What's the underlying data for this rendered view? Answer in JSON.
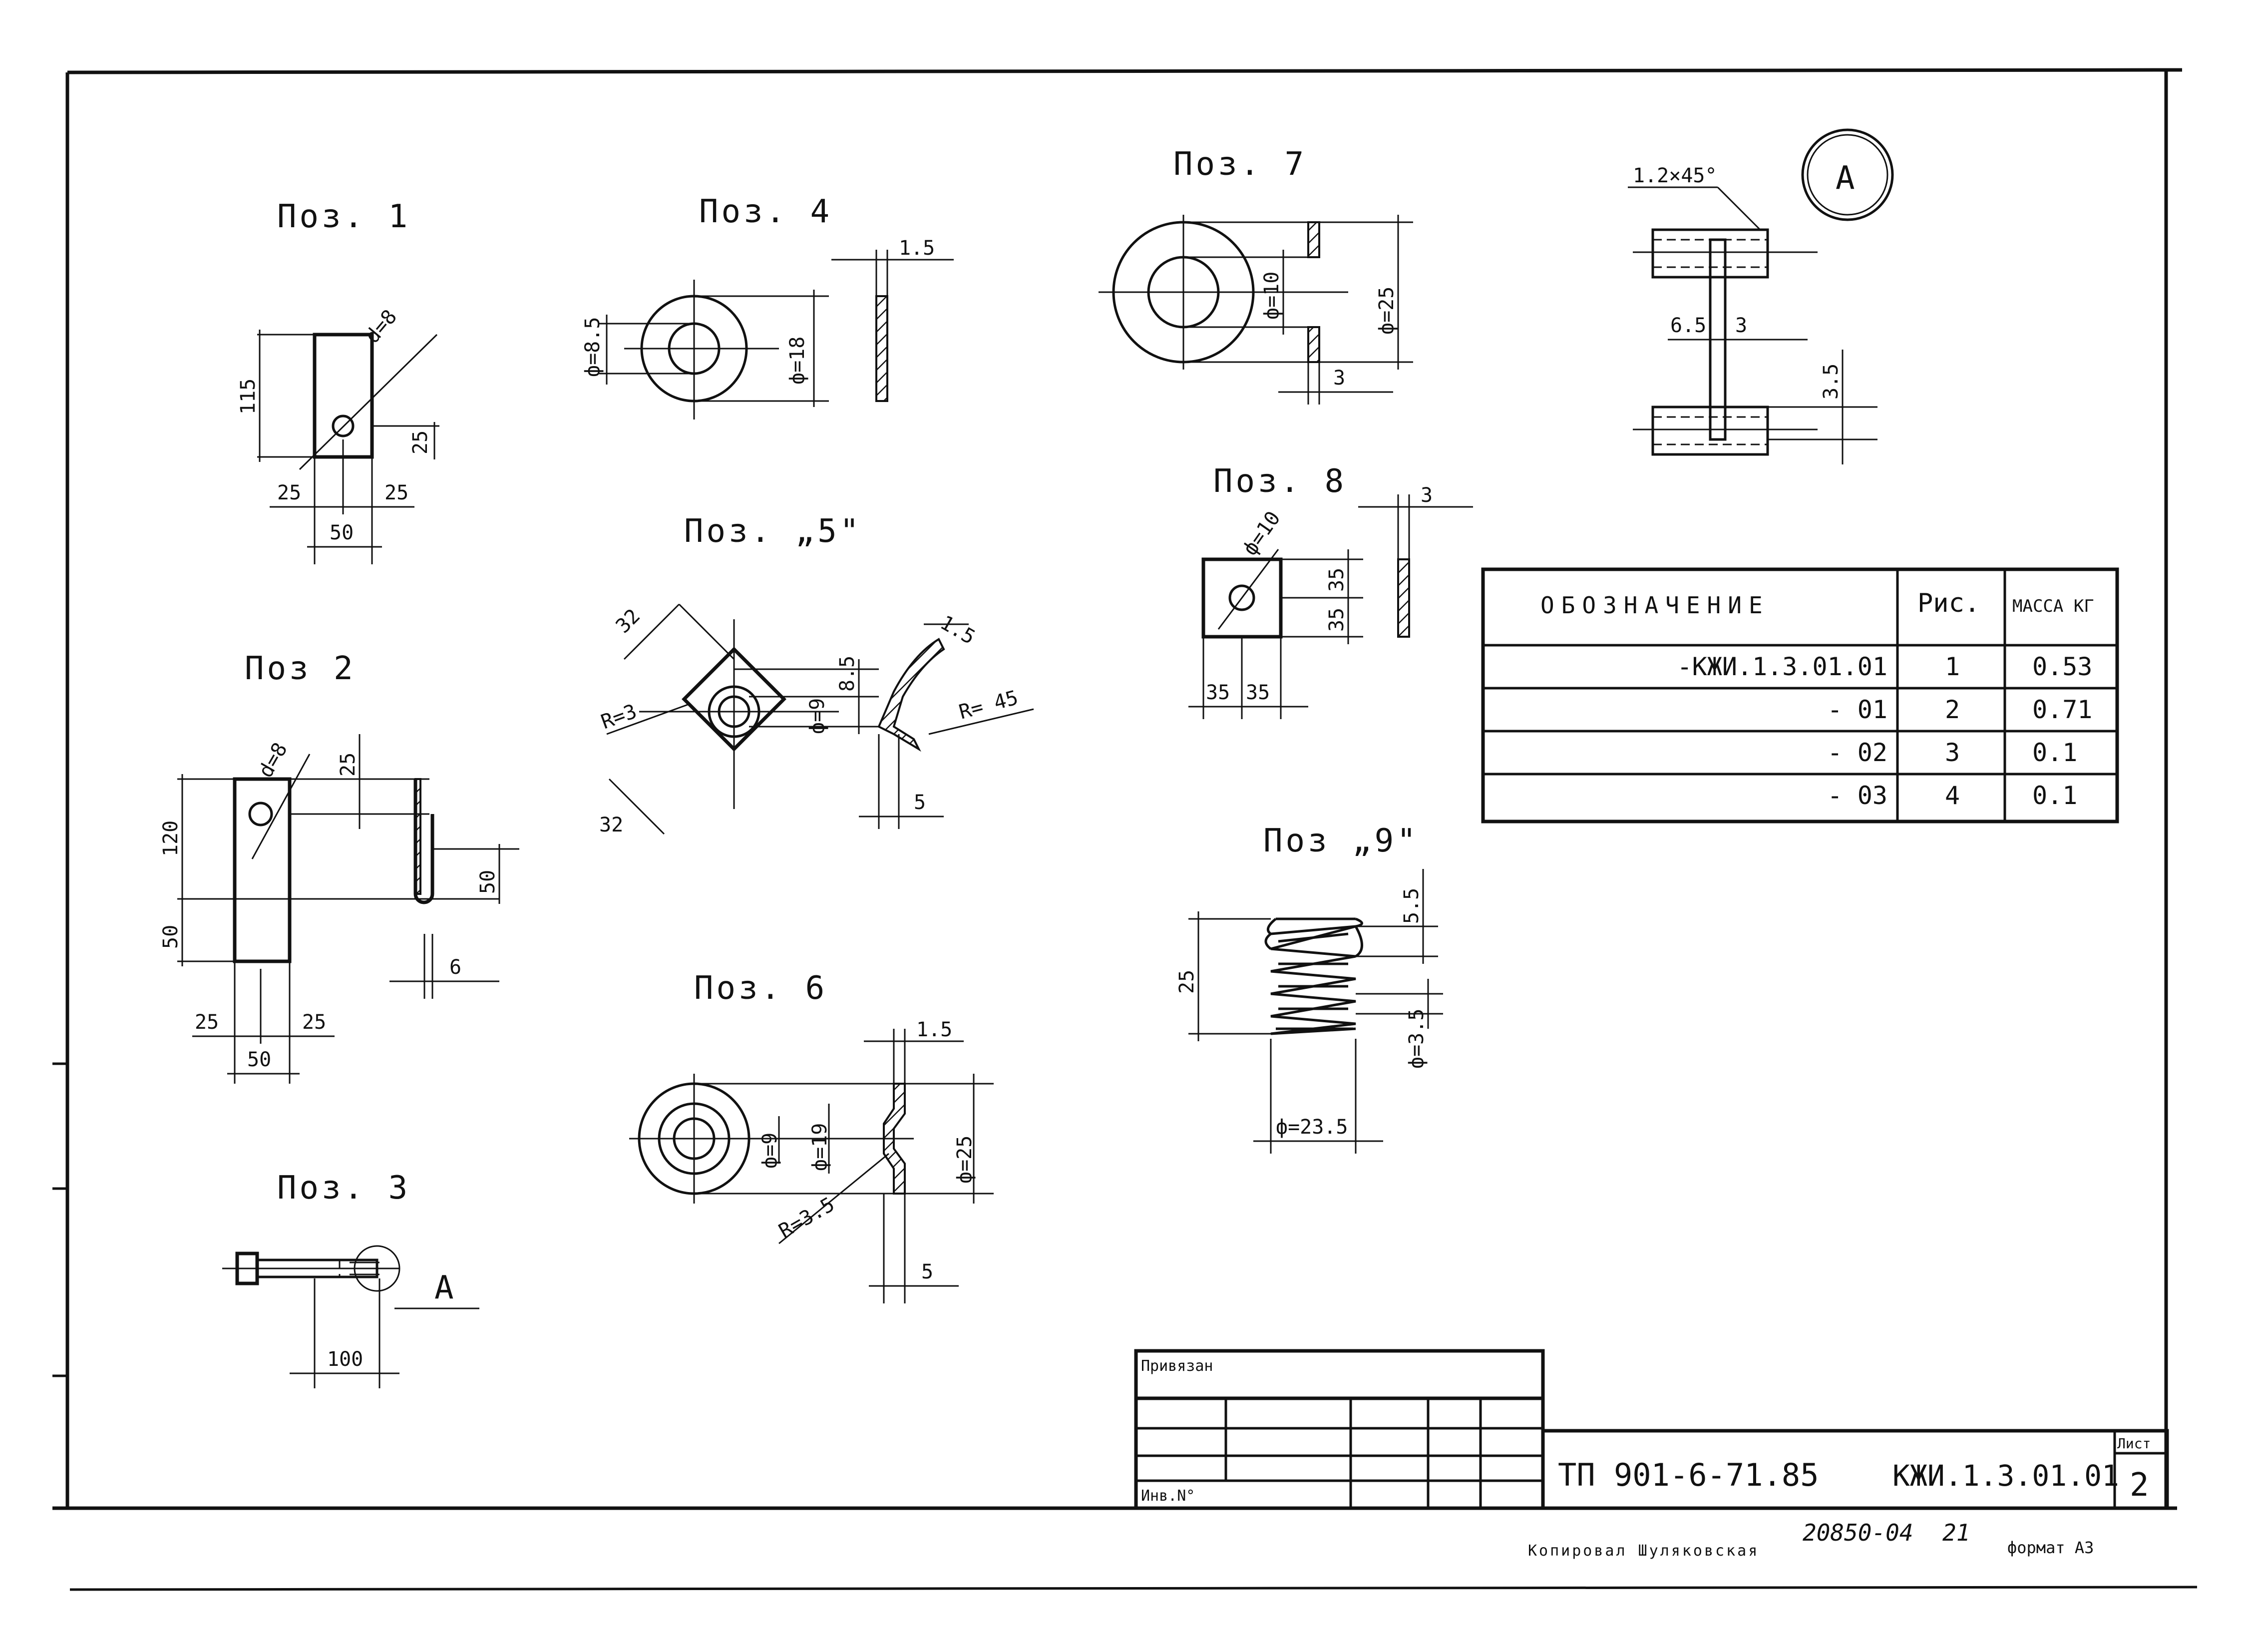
{
  "positions": {
    "p1": {
      "title": "Поз. 1",
      "d": "d=8",
      "h": "115",
      "off": "25",
      "w1": "25",
      "w2": "25",
      "w": "50"
    },
    "p2": {
      "title": "Поз 2",
      "d": "d=8",
      "top": "25",
      "h": "120",
      "bot": "50",
      "hook": "50",
      "t": "6",
      "w1": "25",
      "w2": "25",
      "w": "50"
    },
    "p3": {
      "title": "Поз. 3",
      "ref": "A",
      "len": "100"
    },
    "p4": {
      "title": "Поз. 4",
      "t": "1.5",
      "d_in": "ф=8.5",
      "d_out": "ф=18"
    },
    "p5": {
      "title": "Поз. „5\"",
      "a": "32",
      "b": "32",
      "r": "R=3",
      "t_off": "8.5",
      "d": "ф=9",
      "t": "1.5",
      "R": "R= 45",
      "s": "5"
    },
    "p6": {
      "title": "Поз. 6",
      "t": "1.5",
      "d1": "ф=9",
      "d2": "ф=19",
      "d3": "ф=25",
      "r": "R=3.5",
      "s": "5"
    },
    "p7": {
      "title": "Поз. 7",
      "d_in": "ф=10",
      "d_out": "ф=25",
      "t": "3"
    },
    "p8": {
      "title": "Поз. 8",
      "d": "ф=10",
      "t": "3",
      "h1": "35",
      "h2": "35",
      "w1": "35",
      "w2": "35"
    },
    "p9": {
      "title": "Поз „9\"",
      "pitch": "5.5",
      "h": "25",
      "wire": "ф=3.5",
      "dia": "ф=23.5"
    },
    "detail_a": {
      "label": "A",
      "chamfer": "1.2×45°",
      "a": "6.5",
      "b": "3",
      "c": "3.5"
    }
  },
  "spec_table": {
    "headers": [
      "ОБОЗНАЧЕНИЕ",
      "Рис.",
      "МАССА КГ"
    ],
    "rows": [
      [
        "-КЖИ.1.3.01.01",
        "1",
        "0.53"
      ],
      [
        "- 01",
        "2",
        "0.71"
      ],
      [
        "- 02",
        "3",
        "0.1"
      ],
      [
        "- 03",
        "4",
        "0.1"
      ]
    ]
  },
  "title_block": {
    "privyazan": "Привязан",
    "inv_no": "Инв.N°",
    "project": "ТП 901-6-71.85",
    "code": "КЖИ.1.3.01.01",
    "sheet_label": "Лист",
    "sheet_no": "2"
  },
  "footer": {
    "copied": "Копировал Шуляковская",
    "number": "20850-04",
    "page": "21",
    "format": "формат А3"
  }
}
